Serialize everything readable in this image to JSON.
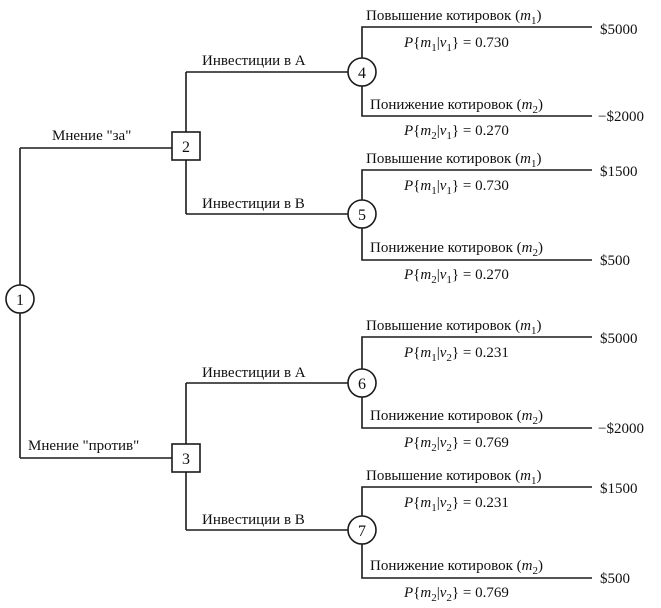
{
  "nodes": {
    "n1": "1",
    "n2": "2",
    "n3": "3",
    "n4": "4",
    "n5": "5",
    "n6": "6",
    "n7": "7"
  },
  "branches": {
    "opinion_for": "Мнение \"за\"",
    "opinion_against": "Мнение \"против\"",
    "invest_a": "Инвестиции в А",
    "invest_b": "Инвестиции в В"
  },
  "outcomes": {
    "rise_prefix": "Повышение котировок (",
    "fall_prefix": "Понижение котировок (",
    "m": "m",
    "sub1": "1",
    "sub2": "2",
    "close": ")"
  },
  "probabilities": {
    "p_prefix": "P",
    "open": "{",
    "bar": "|",
    "close": "} = ",
    "v": "v",
    "n4_up": "0.730",
    "n4_down": "0.270",
    "n5_up": "0.730",
    "n5_down": "0.270",
    "n6_up": "0.231",
    "n6_down": "0.769",
    "n7_up": "0.231",
    "n7_down": "0.769"
  },
  "payoffs": {
    "n4_up": "$5000",
    "n4_down": "−$2000",
    "n5_up": "$1500",
    "n5_down": "$500",
    "n6_up": "$5000",
    "n6_down": "−$2000",
    "n7_up": "$1500",
    "n7_down": "$500"
  }
}
